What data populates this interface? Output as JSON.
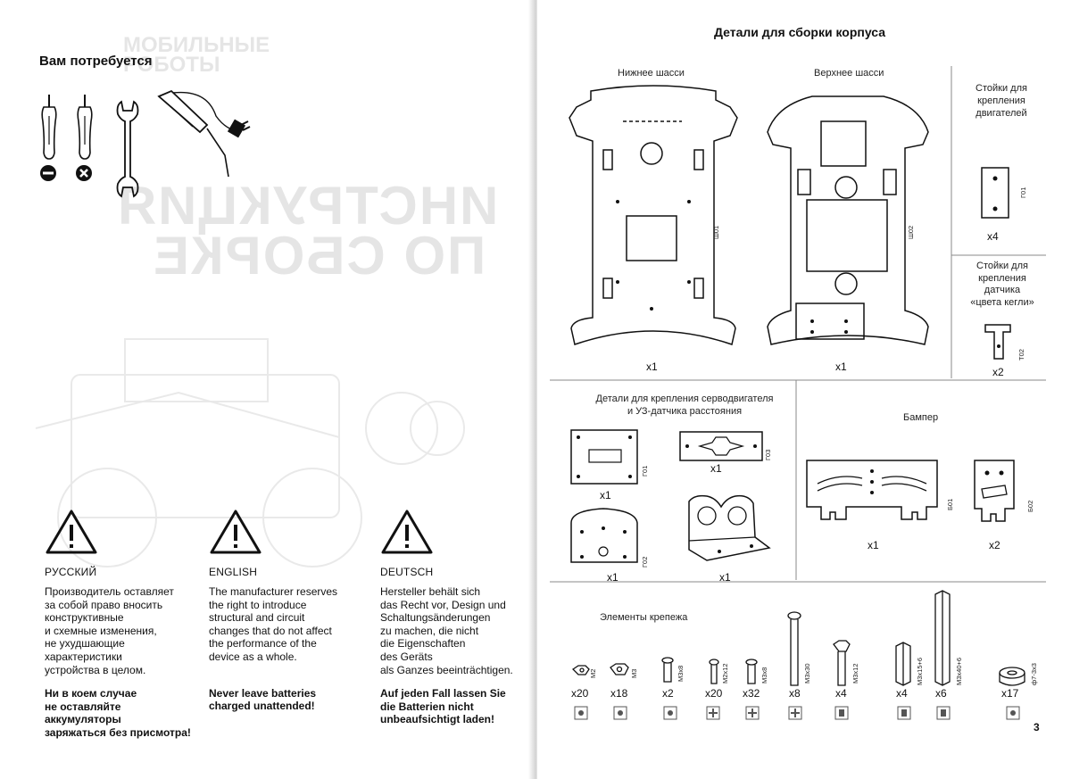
{
  "left_page": {
    "tools_heading": "Вам потребуется",
    "tools": [
      {
        "name": "flat-screwdriver-icon",
        "tip": "minus"
      },
      {
        "name": "phillips-screwdriver-icon",
        "tip": "plus"
      },
      {
        "name": "wrench-icon"
      },
      {
        "name": "soldering-iron-icon"
      }
    ],
    "watermark": {
      "line1": "МОБИЛЬНЫЕ",
      "line2": "РОБОТЫ",
      "big1": "ИНСТРУКЦИЯ",
      "big2": "ПО СБОРКЕ"
    },
    "warnings": [
      {
        "language": "РУССКИЙ",
        "text": [
          "Производитель оставляет",
          "за собой право вносить",
          "конструктивные",
          "и схемные изменения,",
          "не ухудшающие",
          "характеристики",
          "устройства в целом."
        ],
        "bold": [
          "Ни в коем случае",
          "не оставляйте",
          "аккумуляторы",
          "заряжаться без присмотра!"
        ]
      },
      {
        "language": "ENGLISH",
        "text": [
          "The manufacturer reserves",
          "the right to introduce",
          "structural and circuit",
          "changes that do not affect",
          "the performance of the",
          "device as a whole."
        ],
        "bold": [
          "Never leave batteries",
          "charged unattended!"
        ]
      },
      {
        "language": "DEUTSCH",
        "text": [
          "Hersteller behält sich",
          "das Recht vor, Design und",
          "Schaltungsänderungen",
          "zu machen, die nicht",
          "die Eigenschaften",
          "des Geräts",
          "als Ganzes beeinträchtigen."
        ],
        "bold": [
          "Auf jeden Fall lassen Sie",
          "die Batterien nicht",
          "unbeaufsichtigt laden!"
        ]
      }
    ]
  },
  "right_page": {
    "title": "Детали для сборки корпуса",
    "chassis": {
      "lower": {
        "label": "Нижнее шасси",
        "code": "Ш01",
        "qty": "x1"
      },
      "upper": {
        "label": "Верхнее шасси",
        "code": "Ш02",
        "qty": "x1"
      }
    },
    "motor_posts": {
      "label": [
        "Стойки для",
        "крепления",
        "двигателей"
      ],
      "code": "Г01",
      "qty": "x4"
    },
    "sensor_posts": {
      "label": [
        "Стойки для",
        "крепления",
        "датчика",
        "«цвета кегли»"
      ],
      "code": "Т02",
      "qty": "x2"
    },
    "servo_parts": {
      "label": [
        "Детали для крепления серводвигателя",
        "и УЗ-датчика расстояния"
      ],
      "items": [
        {
          "code": "Г01",
          "qty": "x1"
        },
        {
          "code": "Г03",
          "qty": "x1"
        },
        {
          "code": "Г02",
          "qty": "x1"
        },
        {
          "code": "",
          "qty": "x1"
        }
      ]
    },
    "bumper": {
      "label": "Бампер",
      "items": [
        {
          "code": "Б01",
          "qty": "x1"
        },
        {
          "code": "Б02",
          "qty": "x2"
        }
      ]
    },
    "fasteners": {
      "label": "Элементы крепежа",
      "items": [
        {
          "code": "M2",
          "qty": "x20",
          "icon": "nut-m2-icon"
        },
        {
          "code": "M3",
          "qty": "x18",
          "icon": "nut-m3-icon"
        },
        {
          "code": "M3x8",
          "qty": "x2",
          "icon": "screw-m3x8-icon"
        },
        {
          "code": "M2x12",
          "qty": "x20",
          "icon": "screw-m2x12-icon"
        },
        {
          "code": "M3x8",
          "qty": "x32",
          "icon": "screw-m3x8-icon"
        },
        {
          "code": "M3x30",
          "qty": "x8",
          "icon": "screw-m3x30-icon"
        },
        {
          "code": "M3x12",
          "qty": "x4",
          "icon": "bolt-m3x12-icon"
        },
        {
          "code": "M3x15+6",
          "qty": "x4",
          "icon": "standoff-m3x15-icon"
        },
        {
          "code": "M3x40+6",
          "qty": "x6",
          "icon": "standoff-m3x40-icon"
        },
        {
          "code": "ф7-3x3",
          "qty": "x17",
          "icon": "washer-icon"
        }
      ]
    },
    "page_number": "3"
  }
}
